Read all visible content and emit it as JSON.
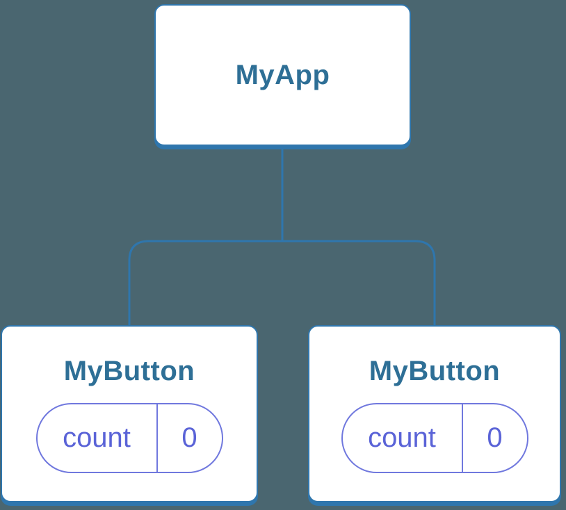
{
  "colors": {
    "background": "#4A6670",
    "node_fill": "#FFFFFF",
    "node_border": "#2F76AD",
    "node_title": "#2E6F96",
    "pill_border": "#7078DE",
    "pill_text": "#5A63D7",
    "connector": "#2F76AD"
  },
  "tree": {
    "root": {
      "title": "MyApp"
    },
    "children": [
      {
        "title": "MyButton",
        "state": {
          "key": "count",
          "value": "0"
        }
      },
      {
        "title": "MyButton",
        "state": {
          "key": "count",
          "value": "0"
        }
      }
    ]
  }
}
